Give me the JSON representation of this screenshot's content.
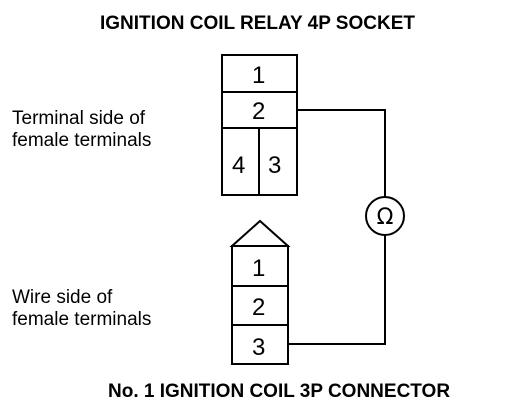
{
  "socket": {
    "title": "IGNITION COIL RELAY 4P SOCKET",
    "side_label": [
      "Terminal side of",
      "female terminals"
    ],
    "terminals": [
      "1",
      "2",
      "4",
      "3"
    ]
  },
  "connector": {
    "title": "No. 1 IGNITION COIL 3P CONNECTOR",
    "side_label": [
      "Wire side of",
      "female terminals"
    ],
    "terminals": [
      "1",
      "2",
      "3"
    ]
  },
  "meter": {
    "symbol": "Ω",
    "icon": "ohmmeter-icon"
  }
}
